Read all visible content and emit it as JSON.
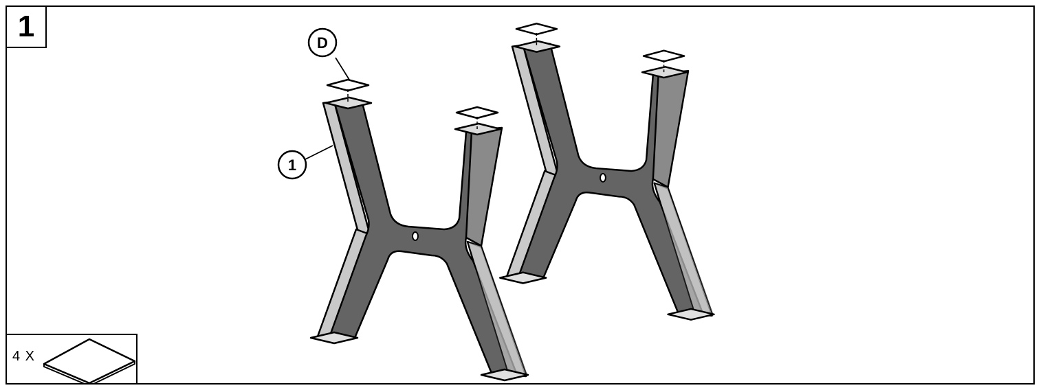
{
  "step": {
    "number": "1"
  },
  "parts": {
    "quantity_label": "4 X",
    "icon": "square-pad-icon"
  },
  "callouts": [
    {
      "label": "D",
      "icon": "callout-circle-icon"
    },
    {
      "label": "1",
      "icon": "callout-circle-icon"
    }
  ],
  "colors": {
    "steel_dark": "#636363",
    "steel_mid": "#8c8c8c",
    "steel_light": "#cccccc",
    "outline": "#000000"
  }
}
